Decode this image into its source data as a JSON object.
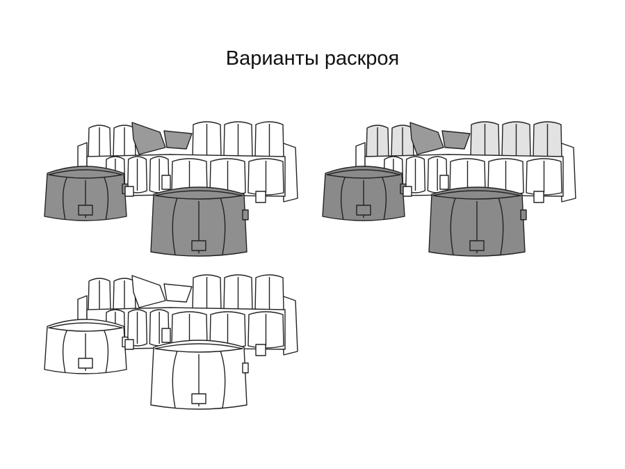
{
  "title": "Варианты раскроя",
  "variants": [
    {
      "name": "variant-1",
      "colors": {
        "back": "#ffffff",
        "seat": "#ffffff",
        "pillow": "#9a9a9a",
        "ottoman": "#8f8f8f"
      }
    },
    {
      "name": "variant-2",
      "colors": {
        "back": "#e2e2e2",
        "seat": "#ffffff",
        "pillow": "#9a9a9a",
        "ottoman": "#8a8a8a"
      }
    },
    {
      "name": "variant-3",
      "colors": {
        "back": "#ffffff",
        "seat": "#ffffff",
        "pillow": "#ffffff",
        "ottoman": "#ffffff"
      }
    }
  ],
  "stroke": "#222222"
}
